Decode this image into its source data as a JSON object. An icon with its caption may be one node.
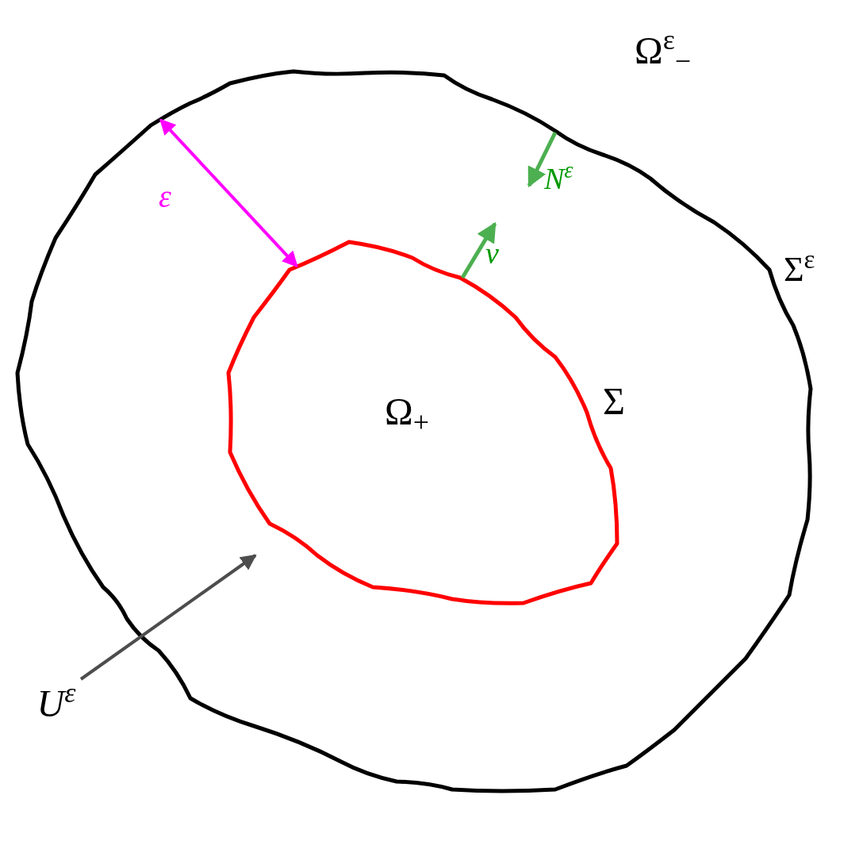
{
  "diagram": {
    "nodes": [
      {
        "text": [],
        "shape": "loop",
        "beside": [
          "Ω$^{ε}$$_{−}$",
          "Σ$^{ε}$"
        ]
      },
      {
        "text": [],
        "shape": "loop",
        "in": 0,
        "beside": [
          "Σ"
        ]
      },
      {
        "text": [
          "U$^{ε}$"
        ]
      }
    ],
    "edges": [
      {
        "from": 1,
        "to": 0,
        "arrow": "both",
        "label": "ε",
        "color": "#ff00ff"
      },
      {
        "from": 2,
        "to": null,
        "arrow": "to",
        "color": "#4d4d4d"
      }
    ],
    "labels": [
      "N$^{ε}$",
      "ν",
      "Ω$_{+}$"
    ]
  }
}
